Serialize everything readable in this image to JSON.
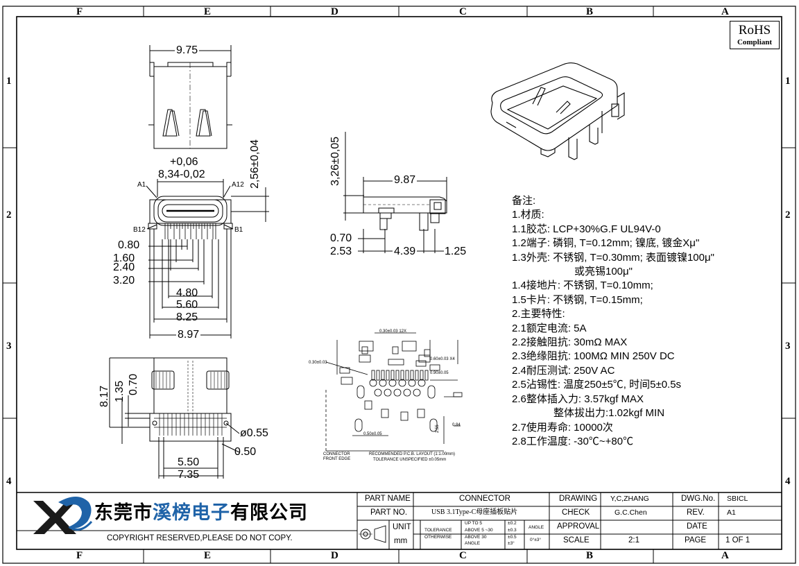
{
  "zones": {
    "columns": [
      "F",
      "E",
      "D",
      "C",
      "B",
      "A"
    ],
    "rows": [
      "1",
      "2",
      "3",
      "4"
    ]
  },
  "rohs": {
    "line1": "RoHS",
    "line2": "Compliant"
  },
  "top_view": {
    "width": "9.75"
  },
  "front_view": {
    "tol_upper": "+0,06",
    "width": "8,34-0,02",
    "height": "2,56±0,04",
    "pin_a1": "A1",
    "pin_a12": "A12",
    "pin_b12": "B12",
    "pin_b1": "B1",
    "dims": [
      "0.80",
      "1.60",
      "2.40",
      "3.20",
      "4.80",
      "5.60",
      "8.25",
      "8.97"
    ]
  },
  "side_view": {
    "height": "3,26±0,05",
    "length": "9.87",
    "d1": "0.70",
    "d2": "2.53",
    "d3": "4.39",
    "d4": "1.25"
  },
  "bottom_view": {
    "h1": "8.17",
    "h2": "1.35",
    "h3": "0.70",
    "hole": "ø0.55",
    "d1": "0.50",
    "d2": "5.50",
    "d3": "7.35"
  },
  "pcb": {
    "pitch": "0.30±0.03 12X",
    "pad": "0.50±0.05",
    "layout": "RECOMMENDED P.C.B. LAYOUT (1:1.00mm)",
    "tolerance": "TOLERANCE UNSPECIFIED ±0.05mm",
    "edge": "CONNECTOR FRONT EDGE",
    "l1": "0.60±0.03 X4",
    "l2": "0.90±0.05",
    "l3": "0.30±0.03",
    "l4": "2.55",
    "l5": "0.84"
  },
  "notes": [
    "备注:",
    "1.材质:",
    "1.1胶芯: LCP+30%G.F UL94V-0",
    "1.2端子: 磷铜, T=0.12mm; 镍底, 镀金Xμ\"",
    "1.3外壳: 不锈钢, T=0.30mm; 表面镀镍100μ\"",
    "或亮锡100μ\"",
    "1.4接地片: 不锈钢, T=0.10mm;",
    "1.5卡片: 不锈钢, T=0.15mm;",
    "2.主要特性:",
    "2.1额定电流: 5A",
    "2.2接触阻抗: 30mΩ MAX",
    "2.3绝缘阻抗: 100MΩ MIN 250V DC",
    "2.4耐压测试: 250V AC",
    "2.5沾锡性: 温度250±5℃, 时间5±0.5s",
    "2.6整体插入力: 3.57kgf MAX",
    "整体拔出力:1.02kgf MIN",
    "2.7使用寿命: 10000次",
    "2.8工作温度: -30℃~+80℃"
  ],
  "title_block": {
    "company_a": "东莞市",
    "company_b": "溪榜电子",
    "company_c": "有限公司",
    "copyright": "COPYRIGHT RESERVED,PLEASE DO NOT COPY.",
    "part_name_label": "PART NAME",
    "part_name": "CONNECTOR",
    "part_no_label": "PART NO.",
    "part_no": "USB 3.1Type-C母座插板贴片",
    "unit_label": "UNIT",
    "unit": "mm",
    "tolerance_label": "TOLERANCE",
    "otherwise_label": "OTHERWISE",
    "tol_rows": [
      [
        "UP TO 5",
        "±0.2"
      ],
      [
        "ABOVE 5 ~30",
        "±0.3"
      ],
      [
        "ABOVE 30",
        "±0.5"
      ],
      [
        "ANGLE",
        "±3°"
      ]
    ],
    "angle_label": "ANGLE",
    "angle_value": "0°±3°",
    "drawing_label": "DRAWING",
    "drawing": "Y,C,ZHANG",
    "check_label": "CHECK",
    "check": "G.C.Chen",
    "approval_label": "APPROVAL",
    "scale_label": "SCALE",
    "scale": "2:1",
    "dwg_label": "DWG.No.",
    "dwg": "SBICL",
    "rev_label": "REV.",
    "rev": "A1",
    "date_label": "DATE",
    "page_label": "PAGE",
    "page": "1 OF 1"
  },
  "colors": {
    "line": "#000000",
    "brand": "#1f63a8",
    "logo_dark": "#1a1a1a"
  }
}
